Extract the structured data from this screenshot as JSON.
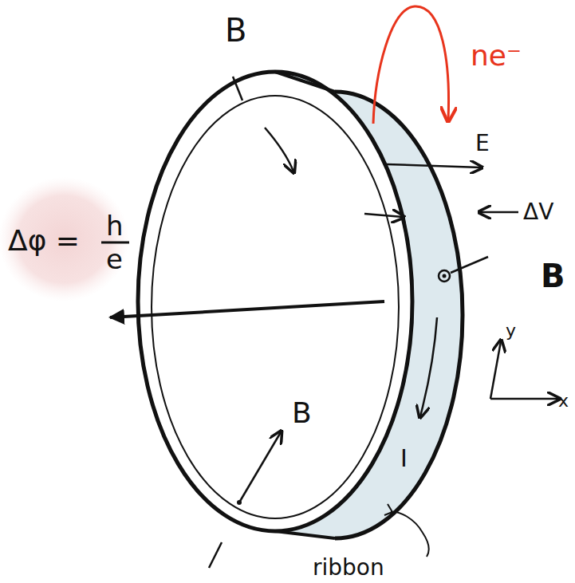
{
  "diagram": {
    "labels": [
      "B",
      "ne⁻",
      "E",
      "ΔV",
      "B",
      "y",
      "x",
      "B",
      "I",
      "ribbon",
      "Δφ =",
      "h",
      "e"
    ]
  }
}
